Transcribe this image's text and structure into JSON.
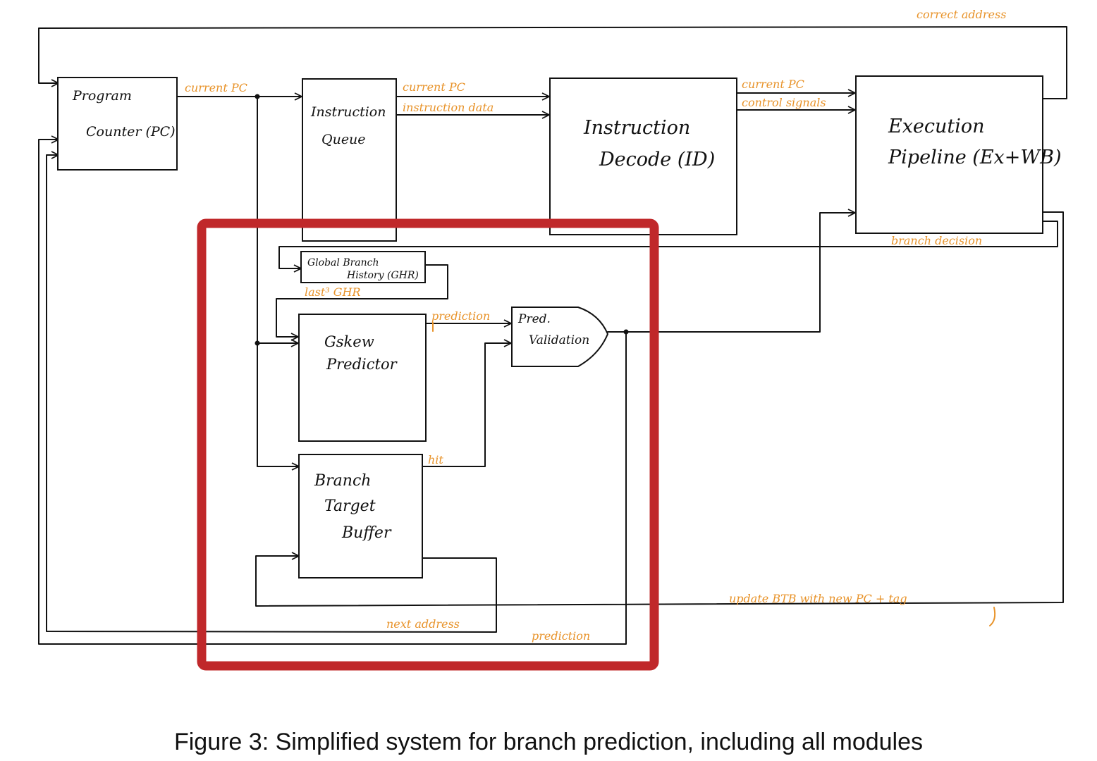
{
  "blocks": {
    "program_counter": [
      "Program",
      "Counter (PC)"
    ],
    "instruction_queue": [
      "Instruction",
      "Queue"
    ],
    "instruction_decode": [
      "Instruction",
      "Decode (ID)"
    ],
    "execution_pipeline": [
      "Execution",
      "Pipeline (Ex+WB)"
    ],
    "ghr": [
      "Global   Branch",
      "History (GHR)"
    ],
    "gskew": [
      "Gskew",
      "Predictor"
    ],
    "pred_validation": [
      "Pred.",
      "Validation"
    ],
    "btb": [
      "Branch",
      "Target",
      "Buffer"
    ]
  },
  "signals": {
    "correct_address": "correct  address",
    "pc_to_queue": "current PC",
    "queue_pc": "current PC",
    "queue_data": "instruction  data",
    "decode_pc": "current PC",
    "decode_ctrl": "control  signals",
    "branch_decision": "branch    decision",
    "last_ghr": "last³ GHR",
    "prediction_gskew": "prediction",
    "hit": "hit",
    "update_btb": "update  BTB  with  new  PC  +  tag",
    "next_address": "next   address",
    "prediction_out": "prediction"
  },
  "highlight_color": "#c0282a",
  "signal_color": "#e8932a",
  "caption": "Figure 3: Simplified system for branch prediction, including all modules"
}
